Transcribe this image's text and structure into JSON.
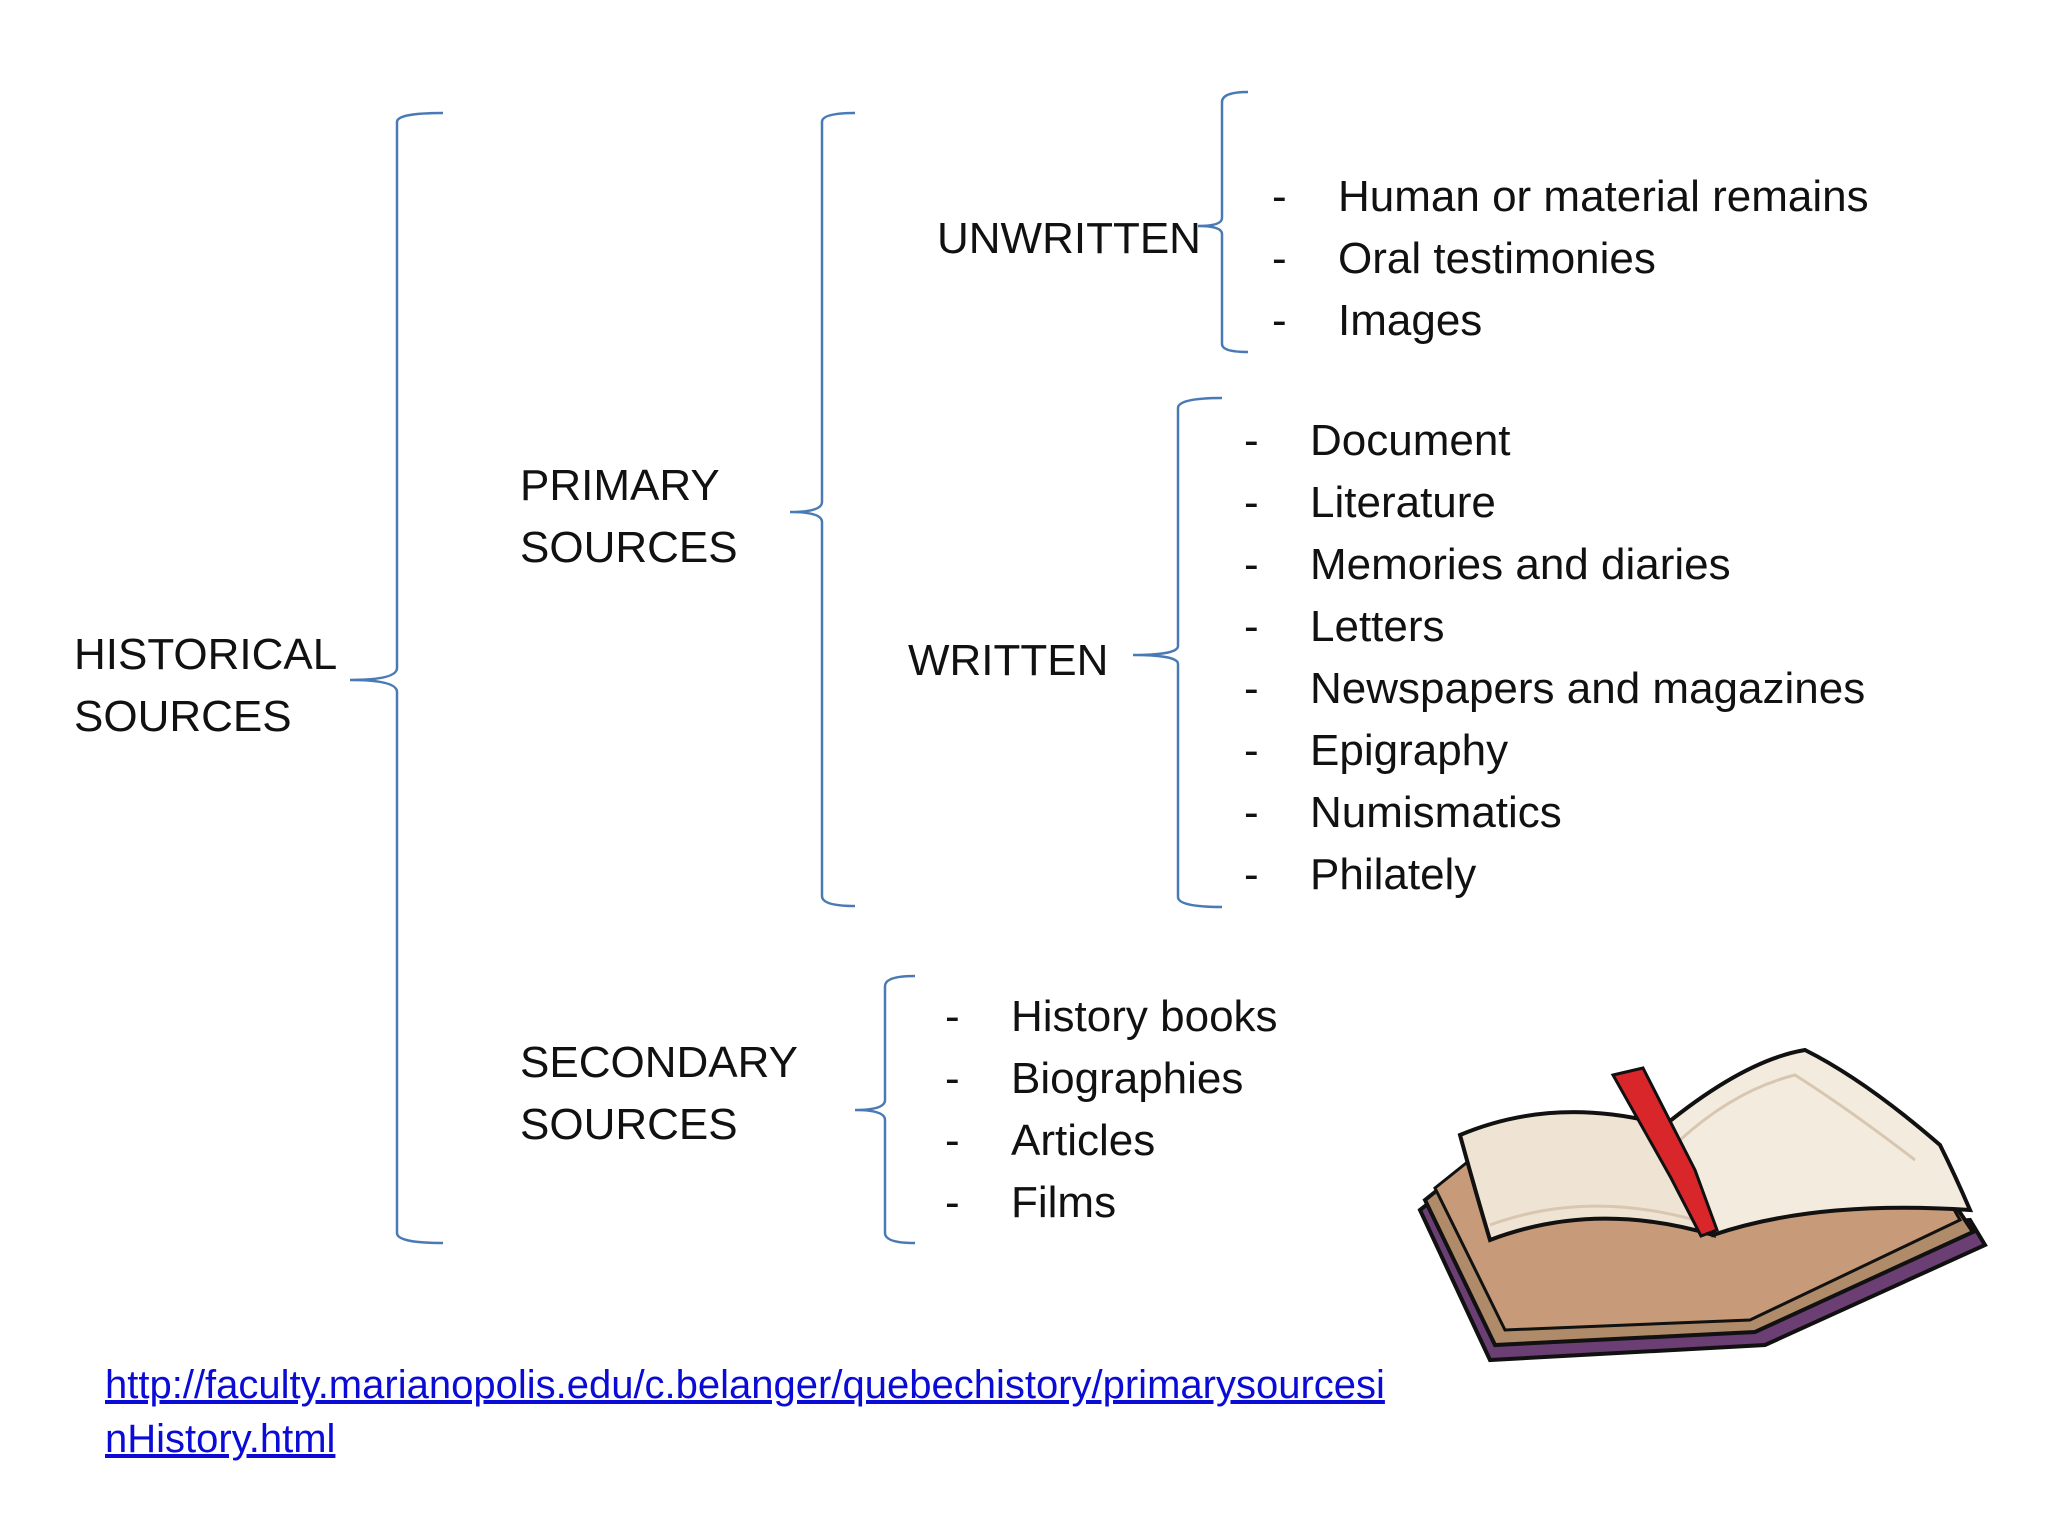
{
  "root": {
    "line1": "HISTORICAL",
    "line2": "SOURCES"
  },
  "primary": {
    "line1": "PRIMARY",
    "line2": "SOURCES",
    "unwritten": {
      "label": "UNWRITTEN",
      "items": [
        "Human or material remains",
        "Oral testimonies",
        "Images"
      ]
    },
    "written": {
      "label": "WRITTEN",
      "items": [
        "Document",
        "Literature",
        "Memories and diaries",
        "Letters",
        "Newspapers and magazines",
        "Epigraphy",
        "Numismatics",
        "Philately"
      ]
    }
  },
  "secondary": {
    "line1": "SECONDARY",
    "line2": "SOURCES",
    "items": [
      "History books",
      "Biographies",
      "Articles",
      "Films"
    ]
  },
  "bullet": "-",
  "link": {
    "text": "http://faculty.marianopolis.edu/c.belanger/quebechistory/primarysourcesinHistory.html"
  },
  "colors": {
    "brace": "#4a7ab5",
    "link": "#0b0bd6"
  },
  "illustration": {
    "icon": "open-book-icon"
  }
}
